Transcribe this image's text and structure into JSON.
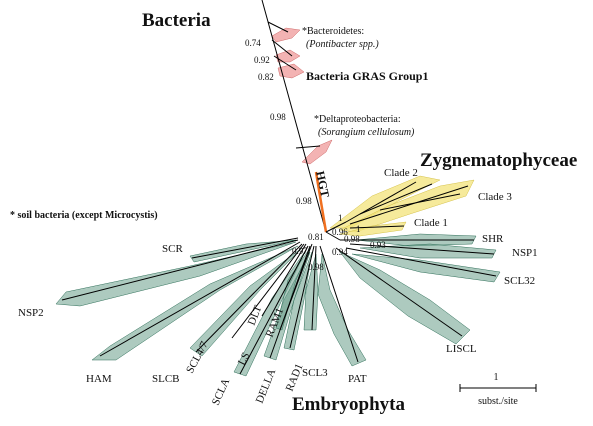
{
  "groups": {
    "bacteria": "Bacteria",
    "zygnematophyceae": "Zygnematophyceae",
    "embryophyta": "Embryophyta",
    "bacteria_gras_group1": "Bacteria GRAS Group1"
  },
  "notes": {
    "bacteroidetes": "*Bacteroidetes:",
    "pontibacter": "(Pontibacter spp.)",
    "deltaproteobacteria": "*Deltaproteobacteria:",
    "sorangium": "(Sorangium cellulosum)",
    "soil_bacteria": "* soil bacteria (except Microcystis)",
    "hgt": "HGT"
  },
  "bootstrap": {
    "b074": "0.74",
    "b092": "0.92",
    "b082": "0.82",
    "b098_top": "0.98",
    "b098_hgt": "0.98",
    "b081": "0.81",
    "b097": "0.97",
    "b098_mid": "0.98",
    "b094": "0.94",
    "b093": "0.93",
    "b098_shr": "0.98",
    "b096": "0.96",
    "b1a": "1",
    "b1b": "1"
  },
  "clades": {
    "clade1": "Clade 1",
    "clade2": "Clade 2",
    "clade3": "Clade 3",
    "shr": "SHR",
    "nsp1": "NSP1",
    "scl32": "SCL32",
    "liscl": "LISCL",
    "pat": "PAT",
    "scl3": "SCL3",
    "rad1": "RAD1",
    "della": "DELLA",
    "scla": "SCLA",
    "ls": "LS",
    "scl47": "SCL4/7",
    "dlt": "DLT",
    "ram1": "RAM1",
    "slcb": "SLCB",
    "ham": "HAM",
    "nsp2": "NSP2",
    "scr": "SCR"
  },
  "scale": {
    "value": "1",
    "unit": "subst./site"
  },
  "colors": {
    "embryophyta": "#6a9e8a",
    "zygnematophyceae": "#f3e37a",
    "bacteria": "#f0a0a0",
    "hgt_branch": "#f07020"
  }
}
